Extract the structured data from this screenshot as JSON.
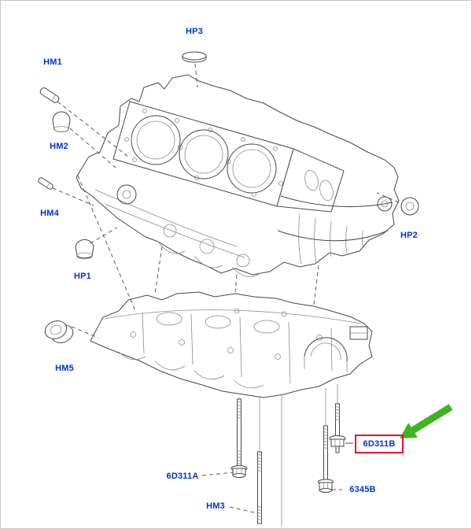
{
  "diagram": {
    "callouts": {
      "hp3": {
        "text": "HP3"
      },
      "hm1": {
        "text": "HM1"
      },
      "hm2": {
        "text": "HM2"
      },
      "hm4": {
        "text": "HM4"
      },
      "hp1": {
        "text": "HP1"
      },
      "hm5": {
        "text": "HM5"
      },
      "hp2": {
        "text": "HP2"
      },
      "d6311a": {
        "text": "6D311A"
      },
      "d6311b": {
        "text": "6D311B"
      },
      "hm3": {
        "text": "HM3"
      },
      "b6345": {
        "text": "6345B"
      }
    },
    "highlighted_callout": "6D311B"
  },
  "colors": {
    "label": "#0033cc",
    "highlight_box": "#e8112d",
    "highlight_arrow": "#3cb521",
    "line": "#474747"
  }
}
